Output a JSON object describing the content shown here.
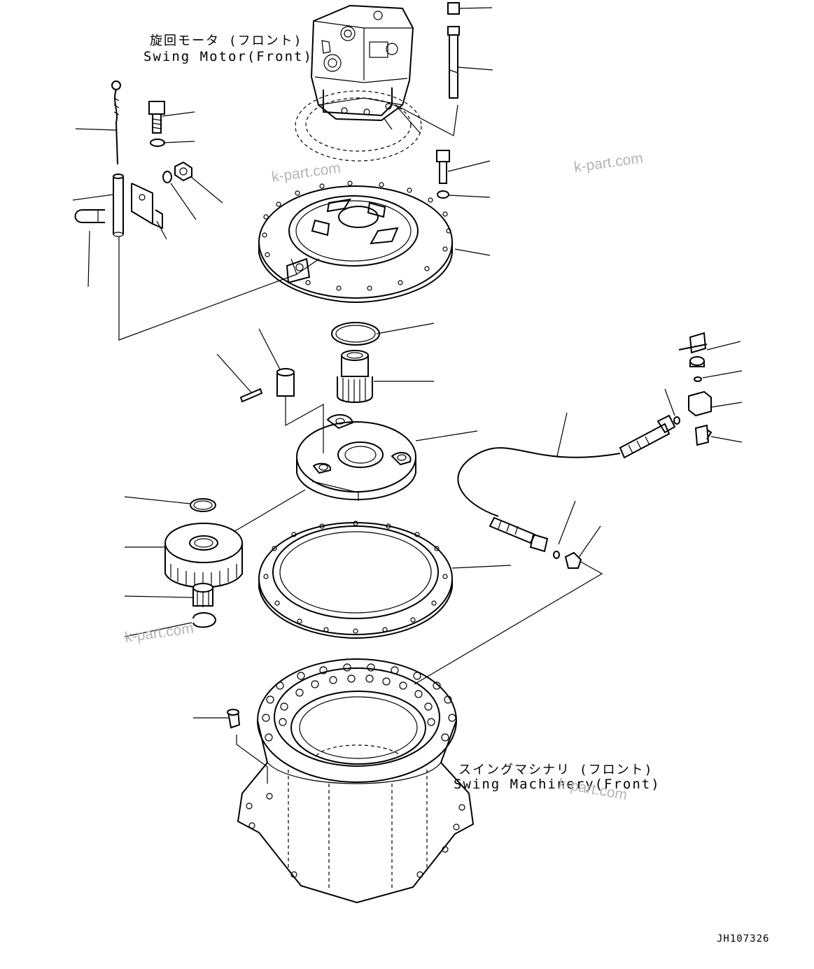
{
  "labels": {
    "motor_jp": "旋回モータ (フロント)",
    "motor_en": "Swing Motor(Front)",
    "machinery_jp": "スイングマシナリ (フロント)",
    "machinery_en": "Swing Machinery(Front)",
    "drawing_no": "JH107326"
  },
  "watermark": "k-part.com"
}
